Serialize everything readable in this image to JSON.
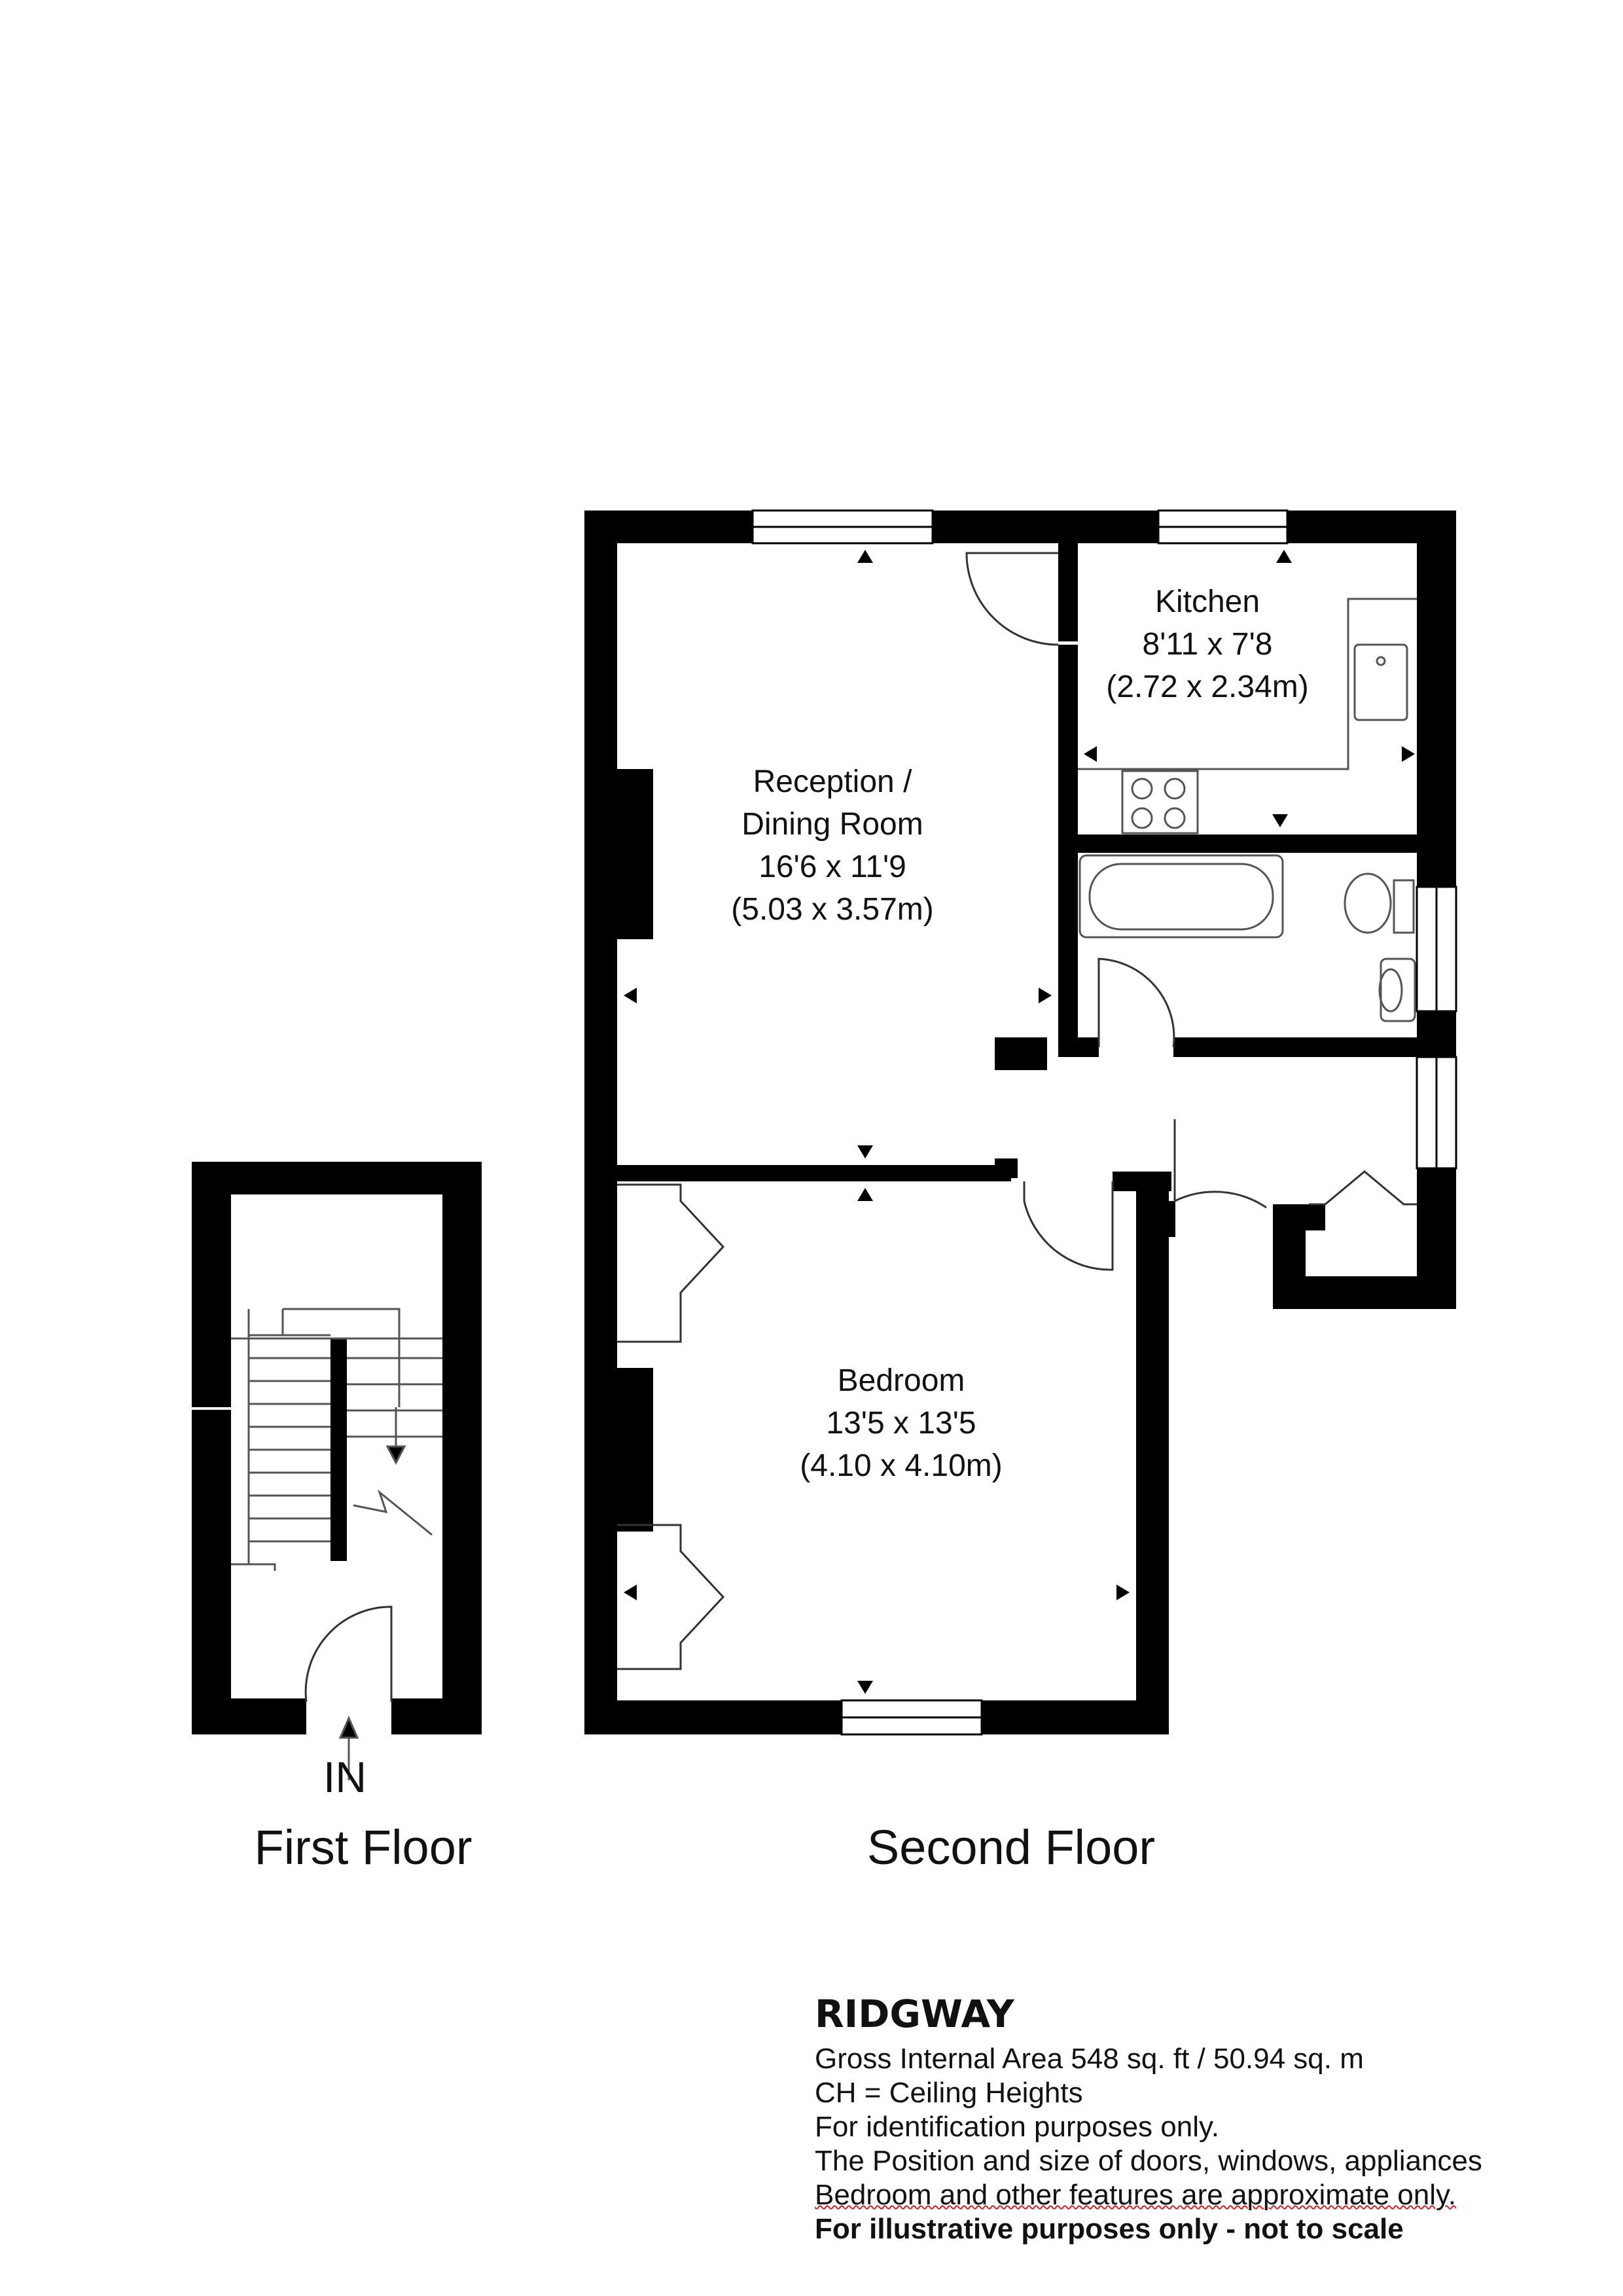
{
  "rooms": {
    "kitchen": {
      "name": "Kitchen",
      "size_imperial": "8'11 x 7'8",
      "size_metric": "(2.72 x 2.34m)"
    },
    "reception": {
      "name_line1": "Reception /",
      "name_line2": "Dining Room",
      "size_imperial": "16'6 x 11'9",
      "size_metric": "(5.03 x 3.57m)"
    },
    "bedroom": {
      "name": "Bedroom",
      "size_imperial": "13'5 x 13'5",
      "size_metric": "(4.10 x 4.10m)"
    }
  },
  "floors": {
    "first": "First Floor",
    "second": "Second Floor"
  },
  "entrance_label": "IN",
  "info": {
    "title": "RIDGWAY",
    "lines": [
      "Gross Internal Area 548 sq. ft / 50.94 sq. m",
      "CH = Ceiling Heights",
      "For identification purposes only.",
      "The Position and size of doors, windows, appliances",
      "Bedroom and other features are approximate only.",
      "For illustrative purposes only - not to scale"
    ]
  },
  "colors": {
    "wall": "#000000",
    "line": "#333333",
    "background": "#ffffff",
    "underline": "#d02020"
  }
}
